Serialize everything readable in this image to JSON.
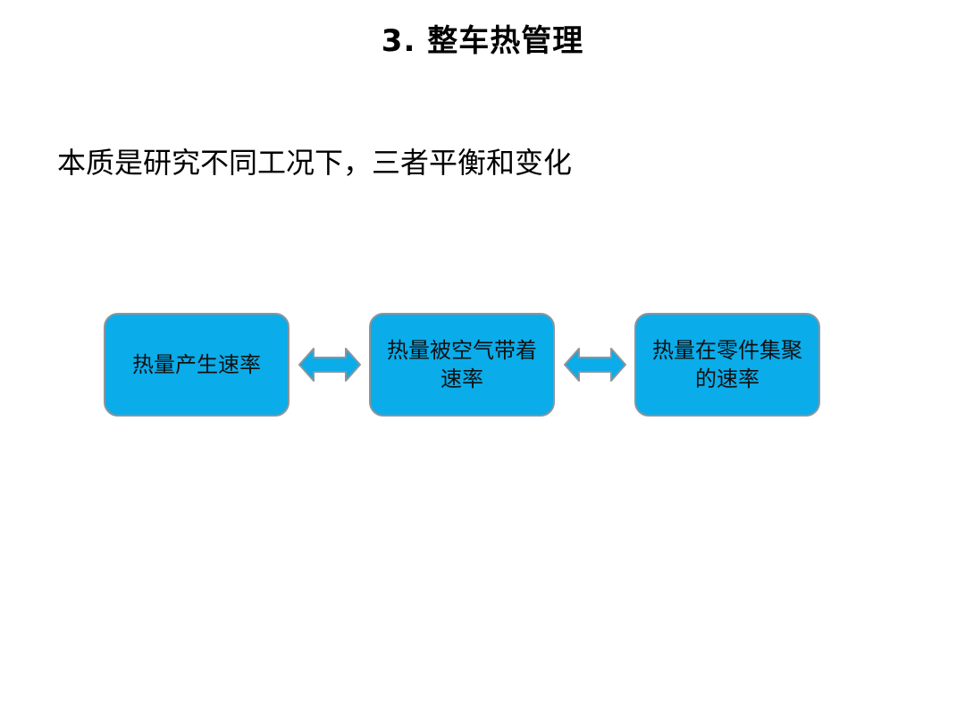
{
  "title": "3. 整车热管理",
  "subtitle": "本质是研究不同工况下，三者平衡和变化",
  "flow": {
    "boxes": [
      {
        "label": "热量产生速率"
      },
      {
        "label": "热量被空气带着速率"
      },
      {
        "label": "热量在零件集聚的速率"
      }
    ],
    "arrows": [
      {
        "icon": "double-arrow-icon"
      },
      {
        "icon": "double-arrow-icon"
      }
    ]
  },
  "colors": {
    "box_fill": "#0aacea",
    "box_border": "#8a959c",
    "arrow_fill": "#0aacea",
    "arrow_stroke": "#8a959c"
  }
}
